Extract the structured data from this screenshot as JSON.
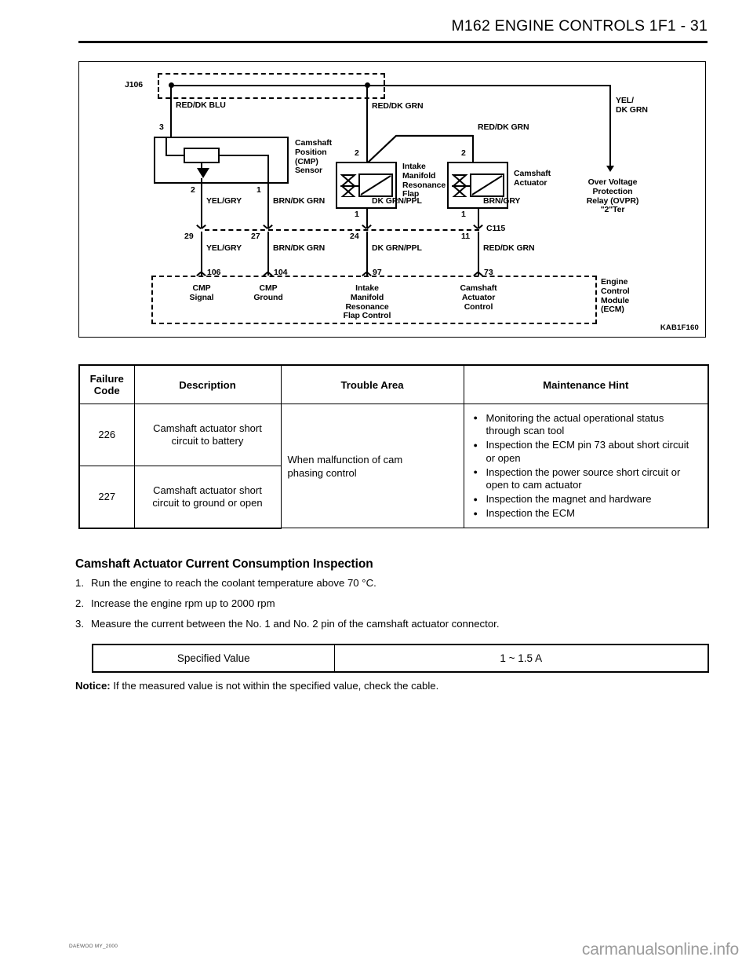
{
  "header": {
    "title": "M162 ENGINE CONTROLS  1F1 - 31"
  },
  "figure": {
    "code": "KAB1F160",
    "connectors": {
      "j106": "J106",
      "c115": "C115"
    },
    "wires": {
      "red_dk_blu": "RED/DK BLU",
      "red_dk_grn_mid": "RED/DK GRN",
      "red_dk_grn_actuator": "RED/DK GRN",
      "yel_dk_grn": "YEL/\nDK GRN",
      "yel_gry_upper": "YEL/GRY",
      "brn_dk_grn_upper": "BRN/DK GRN",
      "dk_grn_ppl_upper": "DK GRN/PPL",
      "brn_gry": "BRN/GRY",
      "yel_gry_lower": "YEL/GRY",
      "brn_dk_grn_lower": "BRN/DK GRN",
      "dk_grn_ppl_lower": "DK GRN/PPL",
      "red_dk_grn_lower": "RED/DK GRN"
    },
    "components": {
      "cmp_sensor": "Camshaft\nPosition\n(CMP)\nSensor",
      "intake_flap": "Intake\nManifold\nResonance\nFlap",
      "camshaft_actuator": "Camshaft\nActuator",
      "ovpr": "Over Voltage\nProtection\nRelay (OVPR)\n\"2\"Ter",
      "ecm": "Engine\nControl\nModule\n(ECM)"
    },
    "component_pins": {
      "cmp_3": "3",
      "cmp_2": "2",
      "cmp_1": "1",
      "flap_2": "2",
      "flap_1": "1",
      "actuator_2": "2",
      "actuator_1": "1"
    },
    "connector_pins": {
      "c115_29": "29",
      "c115_27": "27",
      "c115_24": "24",
      "c115_11": "11"
    },
    "ecm_pins": {
      "p106": "106",
      "p104": "104",
      "p97": "97",
      "p73": "73"
    },
    "ecm_functions": {
      "cmp_signal": "CMP\nSignal",
      "cmp_ground": "CMP\nGround",
      "flap_control": "Intake\nManifold\nResonance\nFlap Control",
      "actuator_control": "Camshaft\nActuator\nControl"
    }
  },
  "failure_table": {
    "headers": [
      "Failure\nCode",
      "Description",
      "Trouble Area",
      "Maintenance Hint"
    ],
    "rows": [
      {
        "code": "226",
        "description": "Camshaft actuator short\ncircuit to battery"
      },
      {
        "code": "227",
        "description": "Camshaft actuator short\ncircuit to ground or open"
      }
    ],
    "trouble_area": "When malfunction of cam\nphasing control",
    "maintenance_hints": [
      "Monitoring the actual operational status through scan tool",
      "Inspection the ECM pin 73 about short circuit or open",
      "Inspection the power source short circuit or open to cam actuator",
      "Inspection the magnet and hardware",
      "Inspection the ECM"
    ]
  },
  "inspection": {
    "title": "Camshaft Actuator Current Consumption Inspection",
    "steps": [
      {
        "num": "1.",
        "text": "Run the engine to reach the coolant temperature above 70 °C."
      },
      {
        "num": "2.",
        "text": "Increase the engine rpm up to 2000 rpm"
      },
      {
        "num": "3.",
        "text": "Measure the current between the No. 1 and No. 2 pin of the camshaft actuator connector."
      }
    ],
    "spec_label": "Specified Value",
    "spec_value": "1 ~ 1.5 A",
    "notice_label": "Notice:",
    "notice_text": "If the measured value is not within the specified value, check the cable."
  },
  "footer": {
    "doc_code": "DAEWOO MY_2000",
    "watermark": "carmanualsonline.info"
  }
}
